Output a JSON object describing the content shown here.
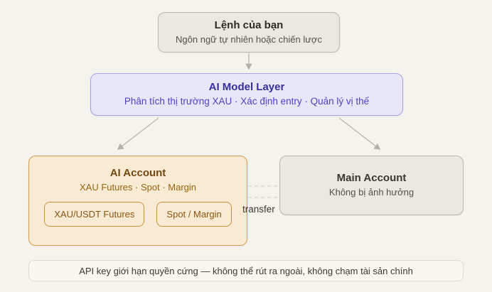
{
  "diagram": {
    "nodes": {
      "user_command": {
        "title": "Lệnh của bạn",
        "subtitle": "Ngôn ngữ tự nhiên hoặc chiến lược"
      },
      "ai_model_layer": {
        "title": "AI Model Layer",
        "subtitle": "Phân tích thị trường XAU · Xác định entry · Quản lý vị thế"
      },
      "ai_account": {
        "title": "AI Account",
        "subtitle": "XAU Futures · Spot · Margin",
        "sub_boxes": [
          {
            "label": "XAU/USDT Futures"
          },
          {
            "label": "Spot / Margin"
          }
        ]
      },
      "main_account": {
        "title": "Main Account",
        "subtitle": "Không bị ảnh hưởng"
      }
    },
    "edge_labels": {
      "transfer": "transfer"
    },
    "footer_note": "API key giới hạn quyền cứng — không thể rút ra ngoài, không chạm tài sản chính"
  },
  "colors": {
    "page_bg": "#f4f3ee",
    "neutral_box_bg": "#eae8e0",
    "neutral_box_border": "#bdb8ad",
    "model_box_bg": "#e8e6f9",
    "model_box_border": "#a8a2de",
    "model_title": "#36309e",
    "model_subtitle": "#4d43c6",
    "ai_account_bg": "#f9ead3",
    "ai_account_border": "#d89b51",
    "ai_account_title": "#744812",
    "ai_account_subtitle": "#96650f",
    "arrow": "#b9b5ac",
    "dashed_line": "#d9d5cb"
  }
}
